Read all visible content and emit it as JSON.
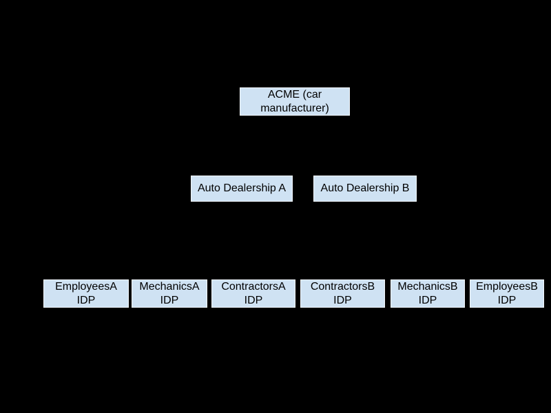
{
  "colors": {
    "background": "#000000",
    "node_fill": "#cfe2f3",
    "node_border": "#f2f7fc",
    "node_text": "#000000"
  },
  "nodes": {
    "acme": {
      "label": "ACME (car\nmanufacturer)"
    },
    "dealership_a": {
      "label": "Auto Dealership A"
    },
    "dealership_b": {
      "label": "Auto Dealership B"
    },
    "employees_a": {
      "label": "EmployeesA\nIDP"
    },
    "mechanics_a": {
      "label": "MechanicsA\nIDP"
    },
    "contractors_a": {
      "label": "ContractorsA\nIDP"
    },
    "contractors_b": {
      "label": "ContractorsB\nIDP"
    },
    "mechanics_b": {
      "label": "MechanicsB\nIDP"
    },
    "employees_b": {
      "label": "EmployeesB\nIDP"
    }
  }
}
